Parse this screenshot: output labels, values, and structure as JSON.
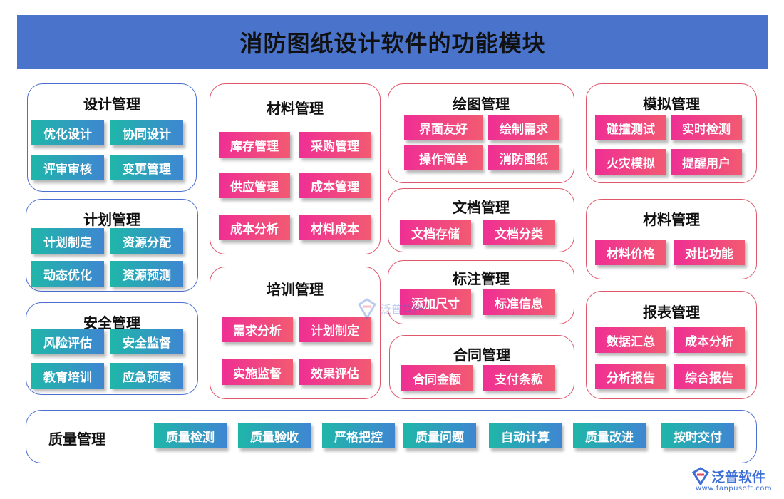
{
  "title": "消防图纸设计软件的功能模块",
  "modules": {
    "design": {
      "title": "设计管理",
      "items": [
        "优化设计",
        "协同设计",
        "评审审核",
        "变更管理"
      ]
    },
    "plan": {
      "title": "计划管理",
      "items": [
        "计划制定",
        "资源分配",
        "动态优化",
        "资源预测"
      ]
    },
    "safety": {
      "title": "安全管理",
      "items": [
        "风险评估",
        "安全监督",
        "教育培训",
        "应急预案"
      ]
    },
    "material": {
      "title": "材料管理",
      "items": [
        "库存管理",
        "采购管理",
        "供应管理",
        "成本管理",
        "成本分析",
        "材料成本"
      ]
    },
    "training": {
      "title": "培训管理",
      "items": [
        "需求分析",
        "计划制定",
        "实施监督",
        "效果评估"
      ]
    },
    "drawing": {
      "title": "绘图管理",
      "items": [
        "界面友好",
        "绘制需求",
        "操作简单",
        "消防图纸"
      ]
    },
    "document": {
      "title": "文档管理",
      "items": [
        "文档存储",
        "文档分类"
      ]
    },
    "annotation": {
      "title": "标注管理",
      "items": [
        "添加尺寸",
        "标准信息"
      ]
    },
    "contract": {
      "title": "合同管理",
      "items": [
        "合同金额",
        "支付条款"
      ]
    },
    "simulation": {
      "title": "模拟管理",
      "items": [
        "碰撞测试",
        "实时检测",
        "火灾模拟",
        "提醒用户"
      ]
    },
    "material2": {
      "title": "材料管理",
      "items": [
        "材料价格",
        "对比功能"
      ]
    },
    "report": {
      "title": "报表管理",
      "items": [
        "数据汇总",
        "成本分析",
        "分析报告",
        "综合报告"
      ]
    },
    "quality": {
      "title": "质量管理",
      "items": [
        "质量检测",
        "质量验收",
        "严格把控",
        "质量问题",
        "自动计算",
        "质量改进",
        "按时交付"
      ]
    }
  },
  "watermark": {
    "text": "泛普软件"
  },
  "footer": {
    "brand": "泛普软件",
    "url": "www.fanpusoft.com"
  },
  "colors": {
    "banner": "#4a74cc",
    "blue_border": "#4a6fd0",
    "red_border": "#e0566a",
    "teal_start": "#1fb6a9",
    "teal_end": "#3f86d2",
    "pink_start": "#ef2f94",
    "pink_end": "#f25a72"
  }
}
